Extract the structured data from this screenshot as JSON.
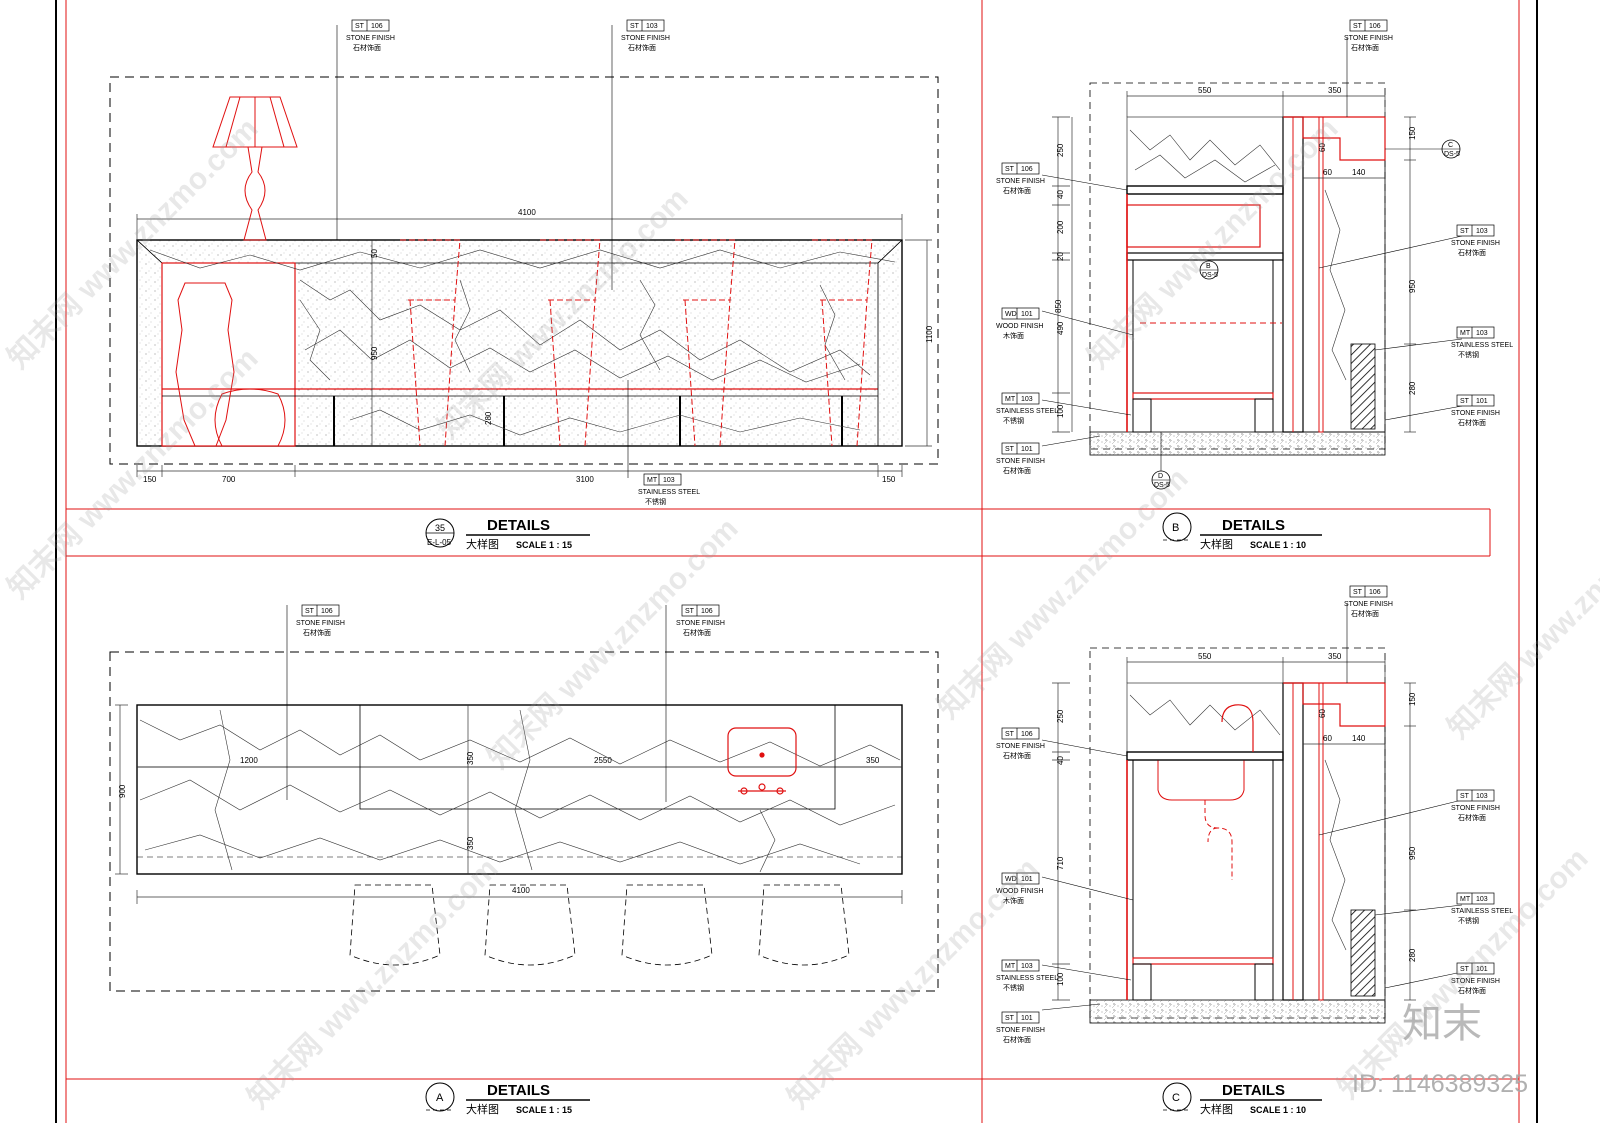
{
  "panels": {
    "p35": {
      "callout_num": "35",
      "callout_ref": "E-L-05",
      "title": "DETAILS",
      "subtitle": "大样图",
      "scale": "SCALE 1 : 15",
      "dims": {
        "total": "4100",
        "h": "1100",
        "h2": "950",
        "top": "50",
        "base": "280",
        "d1": "150",
        "d2": "700",
        "d3": "3100",
        "d4": "150"
      },
      "tags": [
        {
          "code": "ST",
          "num": "106",
          "en": "STONE FINISH",
          "cn": "石材饰面"
        },
        {
          "code": "ST",
          "num": "103",
          "en": "STONE FINISH",
          "cn": "石材饰面"
        },
        {
          "code": "MT",
          "num": "103",
          "en": "STAINLESS STEEL",
          "cn": "不锈钢"
        }
      ]
    },
    "pB": {
      "callout_num": "B",
      "title": "DETAILS",
      "subtitle": "大样图",
      "scale": "SCALE 1 : 10",
      "dims": {
        "w1": "550",
        "w2": "350",
        "a": "250",
        "b": "40",
        "c": "200",
        "d": "20",
        "e": "850",
        "f": "490",
        "g": "100",
        "h": "150",
        "i": "60",
        "j": "60",
        "k": "140",
        "l": "950",
        "m": "280"
      },
      "secB": "B",
      "secC": "C",
      "secD": "D",
      "secRef": "DS-5",
      "tags": [
        {
          "code": "ST",
          "num": "106",
          "en": "STONE FINISH",
          "cn": "石材饰面"
        },
        {
          "code": "ST",
          "num": "106",
          "en": "STONE FINISH",
          "cn": "石材饰面"
        },
        {
          "code": "WD",
          "num": "101",
          "en": "WOOD FINISH",
          "cn": "木饰面"
        },
        {
          "code": "MT",
          "num": "103",
          "en": "STAINLESS STEEL",
          "cn": "不锈钢"
        },
        {
          "code": "ST",
          "num": "101",
          "en": "STONE FINISH",
          "cn": "石材饰面"
        },
        {
          "code": "ST",
          "num": "103",
          "en": "STONE FINISH",
          "cn": "石材饰面"
        },
        {
          "code": "MT",
          "num": "103",
          "en": "STAINLESS STEEL",
          "cn": "不锈钢"
        },
        {
          "code": "ST",
          "num": "101",
          "en": "STONE FINISH",
          "cn": "石材饰面"
        }
      ]
    },
    "pA": {
      "callout_num": "A",
      "title": "DETAILS",
      "subtitle": "大样图",
      "scale": "SCALE 1 : 15",
      "dims": {
        "a": "1200",
        "b": "2550",
        "c": "350",
        "d": "350",
        "e": "350",
        "f": "900",
        "total": "4100"
      },
      "tags": [
        {
          "code": "ST",
          "num": "106",
          "en": "STONE FINISH",
          "cn": "石材饰面"
        },
        {
          "code": "ST",
          "num": "106",
          "en": "STONE FINISH",
          "cn": "石材饰面"
        }
      ]
    },
    "pC": {
      "callout_num": "C",
      "title": "DETAILS",
      "subtitle": "大样图",
      "scale": "SCALE 1 : 10",
      "dims": {
        "w1": "550",
        "w2": "350",
        "a": "250",
        "b": "40",
        "c": "710",
        "d": "100",
        "e": "150",
        "f": "60",
        "g": "60",
        "h": "140",
        "i": "950",
        "j": "280"
      },
      "tags": [
        {
          "code": "ST",
          "num": "106",
          "en": "STONE FINISH",
          "cn": "石材饰面"
        },
        {
          "code": "ST",
          "num": "106",
          "en": "STONE FINISH",
          "cn": "石材饰面"
        },
        {
          "code": "WD",
          "num": "101",
          "en": "WOOD FINISH",
          "cn": "木饰面"
        },
        {
          "code": "MT",
          "num": "103",
          "en": "STAINLESS STEEL",
          "cn": "不锈钢"
        },
        {
          "code": "ST",
          "num": "101",
          "en": "STONE FINISH",
          "cn": "石材饰面"
        },
        {
          "code": "ST",
          "num": "103",
          "en": "STONE FINISH",
          "cn": "石材饰面"
        },
        {
          "code": "MT",
          "num": "103",
          "en": "STAINLESS STEEL",
          "cn": "不锈钢"
        },
        {
          "code": "ST",
          "num": "101",
          "en": "STONE FINISH",
          "cn": "石材饰面"
        }
      ]
    }
  },
  "watermark": {
    "site": "知末网 www.znzmo.com",
    "logo": "知末",
    "id": "ID: 1146389325"
  },
  "colors": {
    "ink": "#000000",
    "red": "#e01010",
    "dim": "#333333",
    "grey": "#999999"
  }
}
